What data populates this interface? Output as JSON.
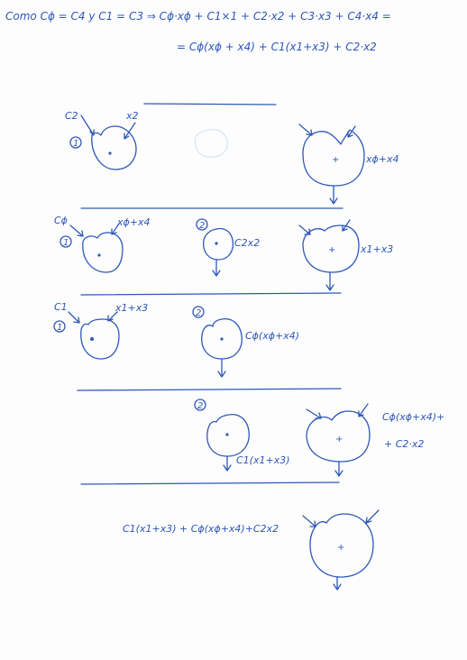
{
  "header": {
    "line1": "Como Cϕ = C4 y C1 = C3 ⇒   Cϕ·xϕ + C1×1 + C2·x2 + C3·x3 + C4·x4 =",
    "line2": "= Cϕ(xϕ + x4) + C1(x1+x3) + C2·x2"
  },
  "step1": {
    "left_c": "C2",
    "left_x": "x2",
    "left_num": "1",
    "right_label": "xϕ+x4"
  },
  "step2": {
    "a_c": "Cϕ",
    "a_x": "xϕ+x4",
    "a_num": "1",
    "b_num": "2",
    "b_label": "C2x2",
    "c_label": "x1+x3"
  },
  "step3": {
    "a_c": "C1",
    "a_x": "x1+x3",
    "a_num": "1",
    "b_num": "2",
    "b_label": "Cϕ(xϕ+x4)"
  },
  "step4": {
    "a_num": "2",
    "a_label": "C1(x1+x3)",
    "b_label_1": "Cϕ(xϕ+x4)+",
    "b_label_2": "+ C2·x2"
  },
  "step5": {
    "label": "C1(x1+x3) + Cϕ(xϕ+x4)+C2x2"
  }
}
